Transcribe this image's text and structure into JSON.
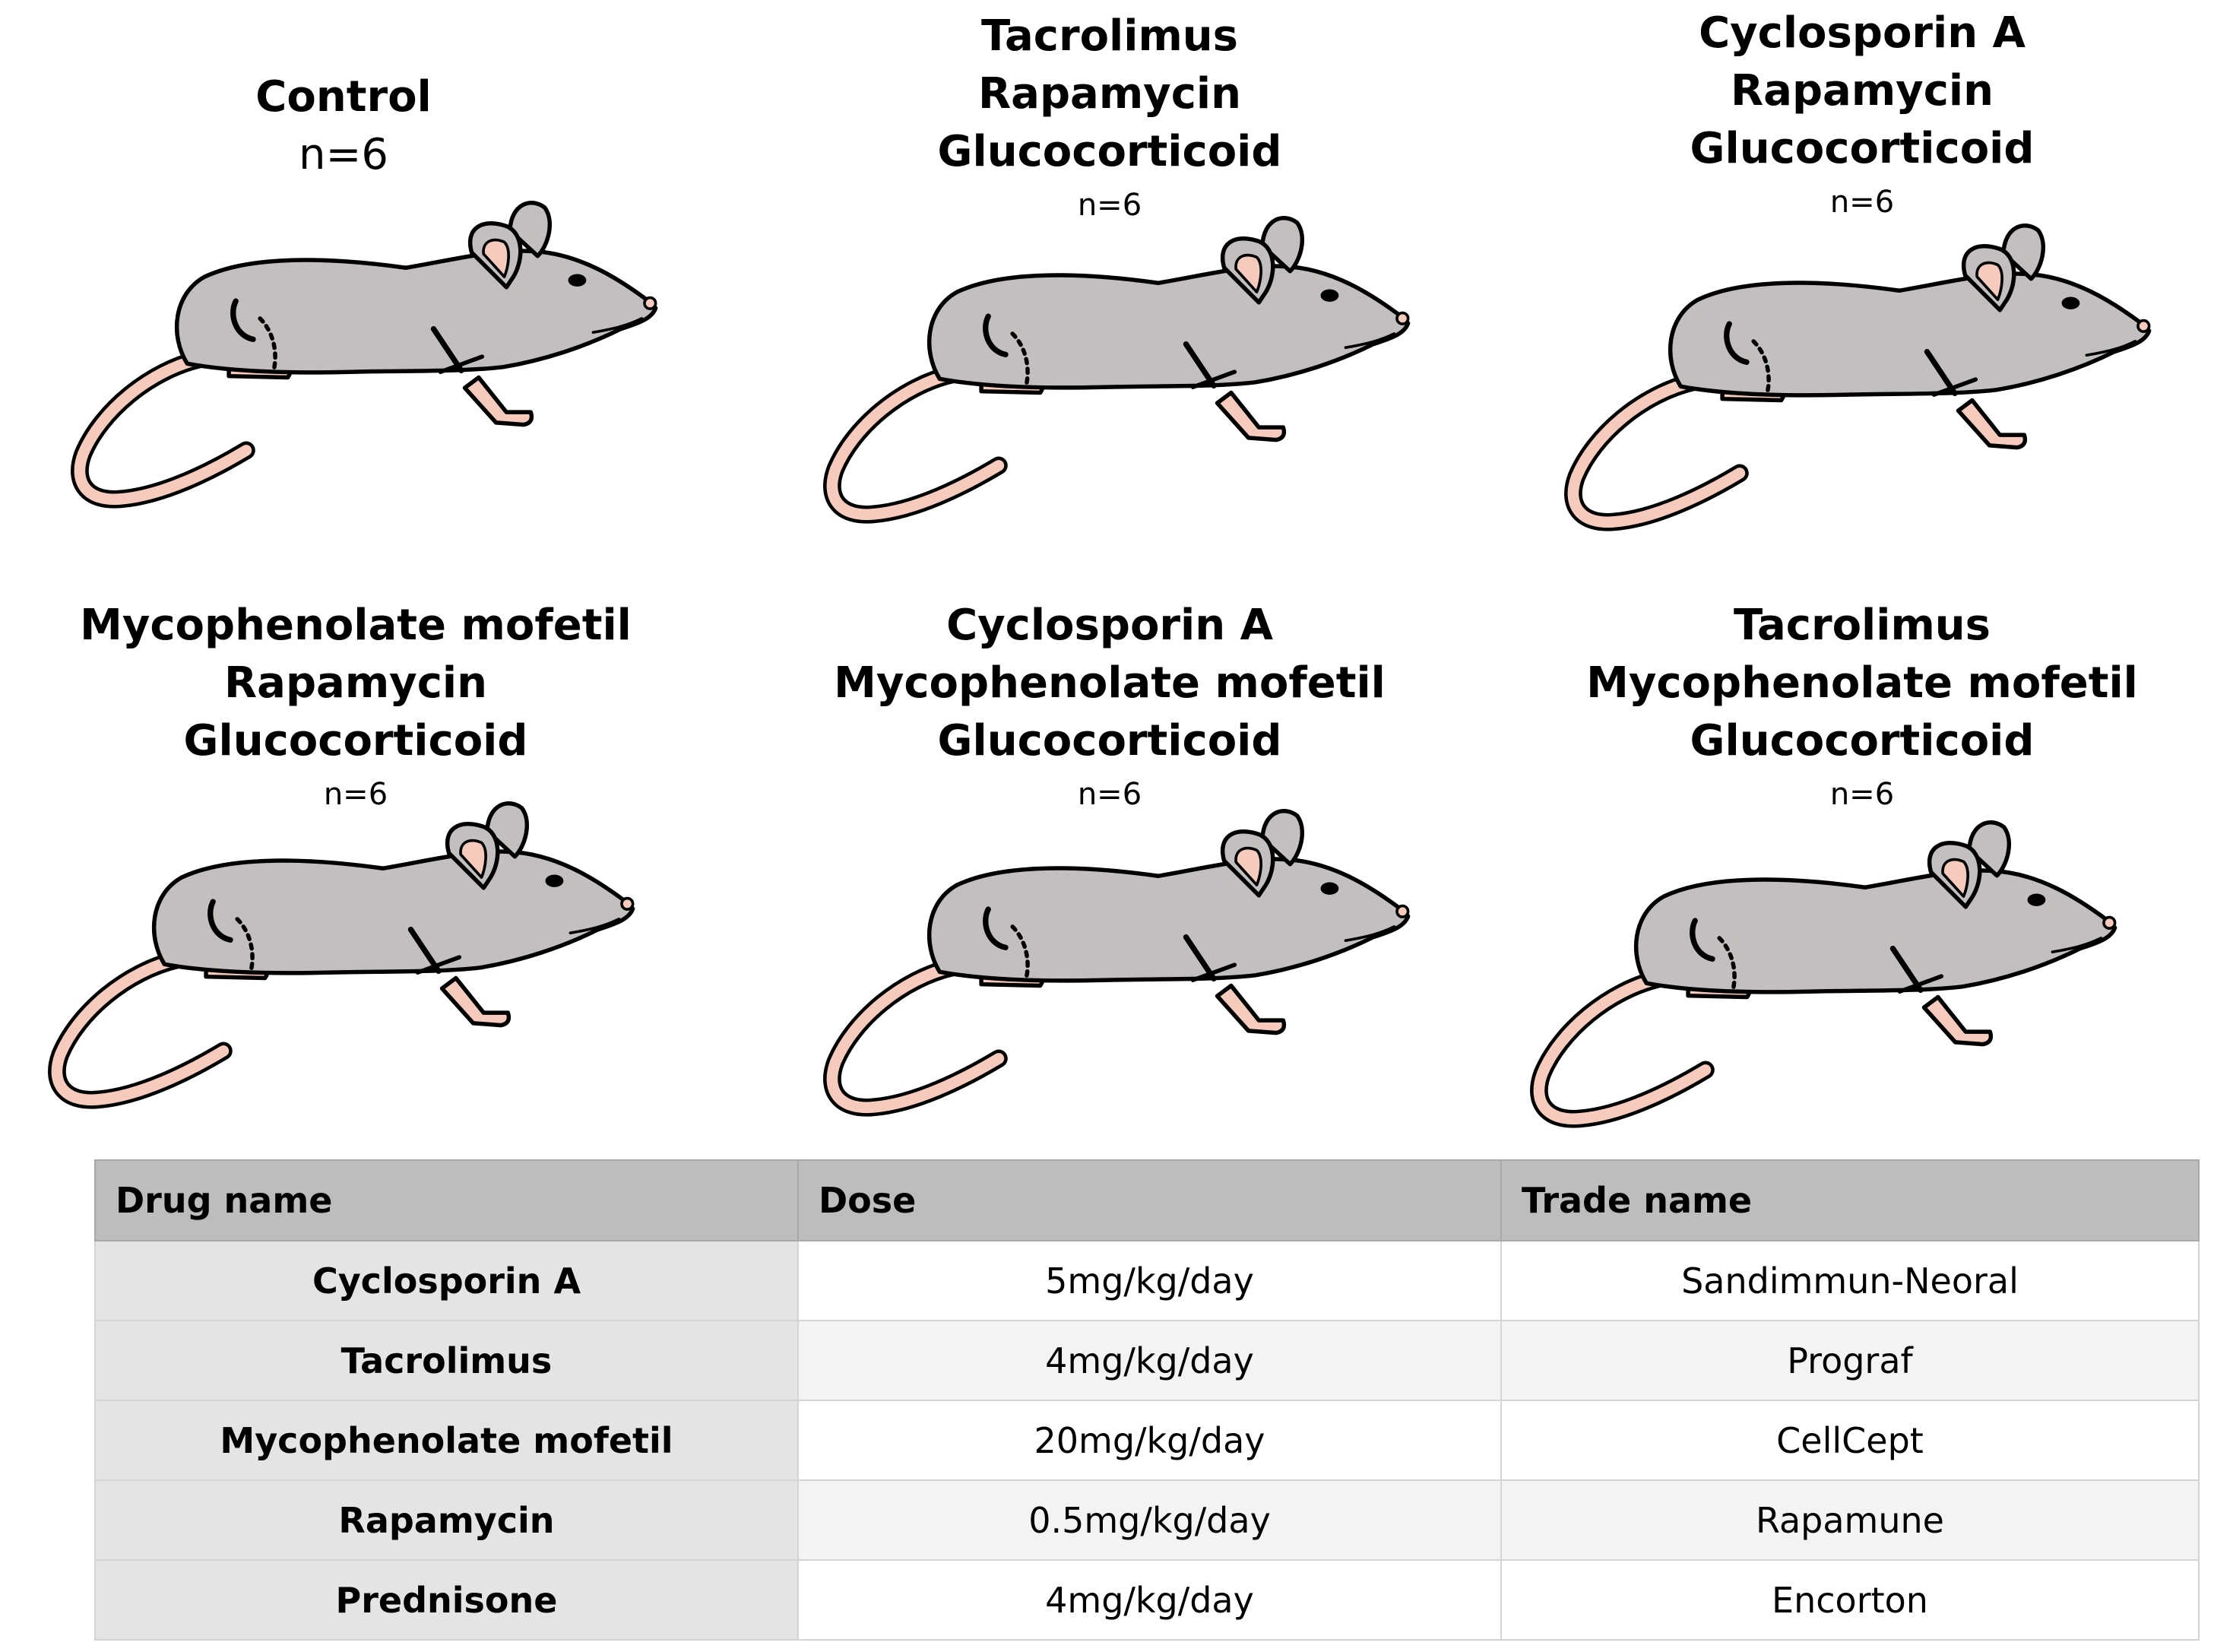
{
  "groups": [
    {
      "drugs": [
        "Control"
      ],
      "n": "n=6"
    },
    {
      "drugs": [
        "Tacrolimus",
        "Rapamycin",
        "Glucocorticoid"
      ],
      "n": "n=6"
    },
    {
      "drugs": [
        "Cyclosporin A",
        "Rapamycin",
        "Glucocorticoid"
      ],
      "n": "n=6"
    },
    {
      "drugs": [
        "Mycophenolate mofetil",
        "Rapamycin",
        "Glucocorticoid"
      ],
      "n": "n=6"
    },
    {
      "drugs": [
        "Cyclosporin A",
        "Mycophenolate mofetil",
        "Glucocorticoid"
      ],
      "n": "n=6"
    },
    {
      "drugs": [
        "Tacrolimus",
        "Mycophenolate mofetil",
        "Glucocorticoid"
      ],
      "n": "n=6"
    }
  ],
  "table": {
    "headers": [
      "Drug name",
      "Dose",
      "Trade name"
    ],
    "rows": [
      [
        "Cyclosporin A",
        "5mg/kg/day",
        "Sandimmun-Neoral"
      ],
      [
        "Tacrolimus",
        "4mg/kg/day",
        "Prograf"
      ],
      [
        "Mycophenolate mofetil",
        "20mg/kg/day",
        "CellCept"
      ],
      [
        "Rapamycin",
        "0.5mg/kg/day",
        "Rapamune"
      ],
      [
        "Prednisone",
        "4mg/kg/day",
        "Encorton"
      ]
    ]
  },
  "colors": {
    "body": "#c2bfbe",
    "outline": "#000000",
    "skin": "#f6cbbd",
    "header_bg": "#bdbdbd",
    "name_bg": "#e4e4e4"
  },
  "icons": {
    "animal": "rat-illustration"
  }
}
